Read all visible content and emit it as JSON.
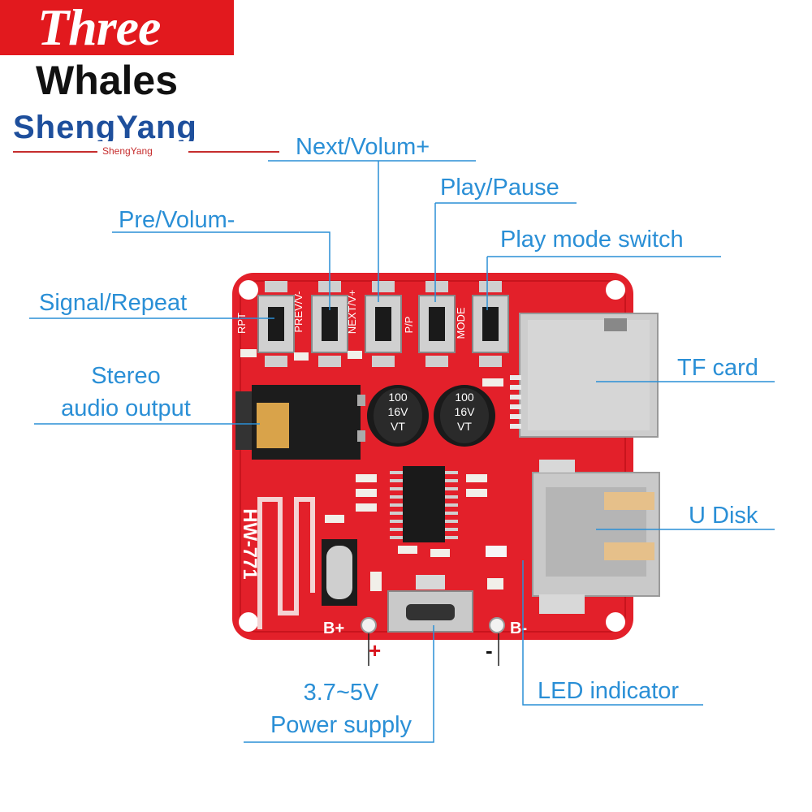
{
  "brand": {
    "line1": "Three",
    "line2": "Whales"
  },
  "maker": {
    "logo": "ShengYang",
    "subtitle": "ShengYang"
  },
  "callouts": {
    "next_volume": "Next/Volum+",
    "play_pause": "Play/Pause",
    "pre_volume": "Pre/Volum-",
    "play_mode": "Play mode switch",
    "signal_repeat": "Signal/Repeat",
    "stereo_line1": "Stereo",
    "stereo_line2": "audio output",
    "tf_card": "TF card",
    "u_disk": "U Disk",
    "led": "LED indicator",
    "power_line1": "3.7~5V",
    "power_line2": "Power supply"
  },
  "board": {
    "model": "HW-771",
    "buttons": [
      "RPT",
      "PREV/V-",
      "NEXT/V+",
      "P/P",
      "MODE"
    ],
    "capacitor_label": [
      "100",
      "16V",
      "VT"
    ],
    "pad_plus": "B+",
    "pad_minus": "B-",
    "sign_plus": "+",
    "sign_minus": "-"
  },
  "colors": {
    "label": "#2a8fd6",
    "pcb": "#e3202a",
    "pcb_dark": "#b8151e",
    "metal": "#c9c9c9",
    "brand_red": "#e2191e"
  }
}
